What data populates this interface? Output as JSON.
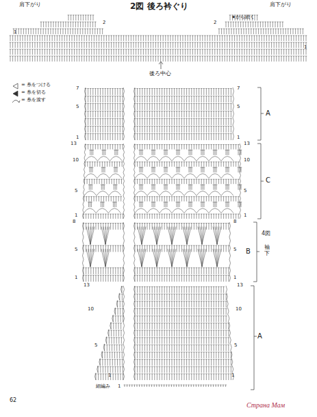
{
  "diagram": {
    "labels": [
      "2図 後ろ衿ぐり",
      "肩下がり",
      "肩下がり",
      "★から続く",
      "2",
      "1",
      "2",
      "1",
      "後ろ中心",
      "7",
      "5",
      "1",
      "13",
      "10",
      "5",
      "1",
      "8",
      "5",
      "1",
      "13",
      "10",
      "5",
      "1",
      "細編み",
      "1",
      "7",
      "5",
      "1",
      "13",
      "10",
      "5",
      "1",
      "8",
      "5",
      "1",
      "13",
      "10",
      "5",
      "1",
      "A",
      "C",
      "B",
      "4図",
      "袖下",
      "A",
      "62",
      "Страна Мам"
    ],
    "legend": [
      {
        "text": "= 糸をつける"
      },
      {
        "text": "= 糸を切る"
      },
      {
        "text": "= 糸を渡す"
      }
    ]
  }
}
